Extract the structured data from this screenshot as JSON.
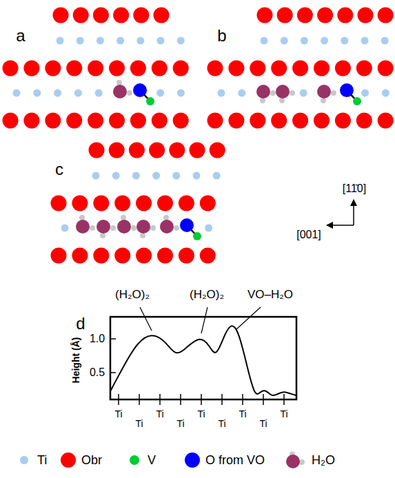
{
  "diagram": {
    "labels": [
      "a",
      "b",
      "c",
      "[11̄0]",
      "[001]",
      "d",
      "(H₂O)₂",
      "(H₂O)₂",
      "VO–H₂O",
      "1.0",
      "0.5",
      "Height (Å)",
      "Ti",
      "Ti",
      "Ti",
      "Ti",
      "Ti",
      "Ti",
      "Ti",
      "Ti",
      "Ti"
    ],
    "legend": [
      {
        "text": "Ti",
        "color": "#a9cdf0"
      },
      {
        "text": "Obr",
        "color": "#ff0000"
      },
      {
        "text": "V",
        "color": "#00cc33"
      },
      {
        "text": "O from VO",
        "color": "#0000ff"
      },
      {
        "text": "H₂O",
        "color": "#993366"
      }
    ]
  }
}
